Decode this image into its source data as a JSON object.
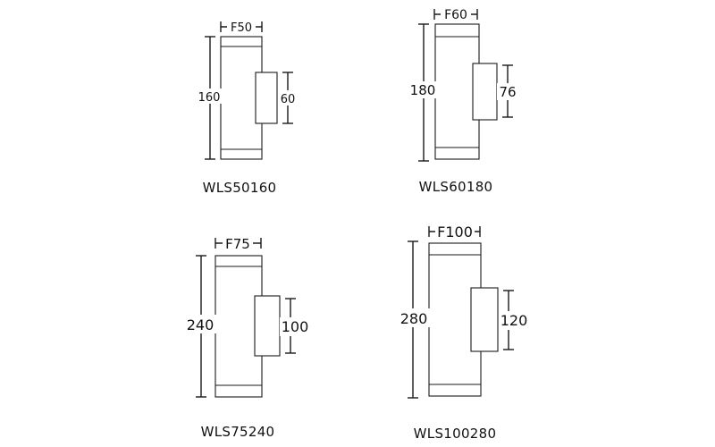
{
  "models": [
    {
      "name": "WLS50160",
      "width_label": "F50",
      "height_label": "160",
      "head_label": "60"
    },
    {
      "name": "WLS60180",
      "width_label": "F60",
      "height_label": "180",
      "head_label": "76"
    },
    {
      "name": "WLS75240",
      "width_label": "F75",
      "height_label": "240",
      "head_label": "100"
    },
    {
      "name": "WLS100280",
      "width_label": "F100",
      "height_label": "280",
      "head_label": "120"
    }
  ]
}
